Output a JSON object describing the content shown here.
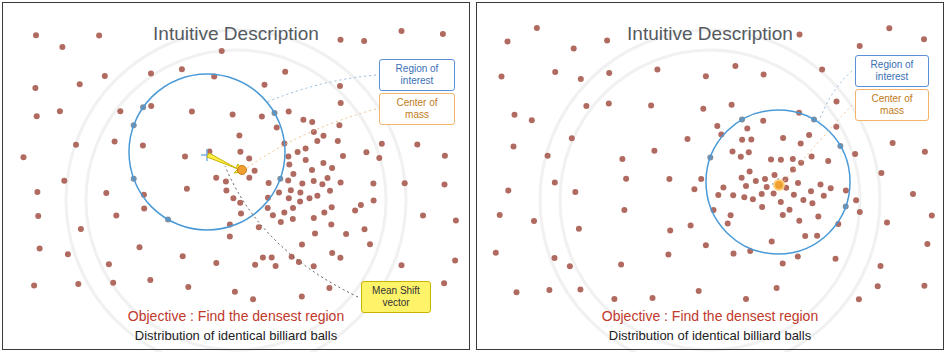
{
  "diagram": {
    "nodes": [
      {
        "text": [
          "Intuitive Description",
          "Objective : Find the densest region",
          "Distribution of identical billiard balls"
        ]
      },
      {
        "text": [
          "Region of interest"
        ],
        "in": 0
      },
      {
        "text": [
          "Center of mass"
        ],
        "in": 0
      },
      {
        "text": [
          "Mean Shift vector"
        ],
        "in": 0
      },
      {
        "text": [
          "Intuitive Description",
          "Objective : Find the densest region",
          "Distribution of identical billiard balls"
        ]
      },
      {
        "text": [
          "Region of interest"
        ],
        "in": 4
      },
      {
        "text": [
          "Center of mass"
        ],
        "in": 4
      }
    ]
  }
}
